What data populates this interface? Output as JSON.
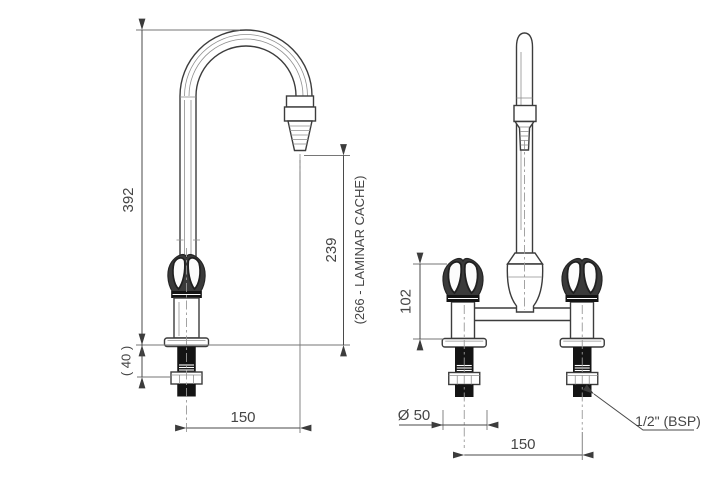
{
  "sheet": {
    "background": "#ffffff",
    "line_color": "#3c3c3c",
    "accent_black": "#141414",
    "text_color": "#454545"
  },
  "side_view": {
    "description": "side elevation of single-pillar gooseneck laboratory tap",
    "dim_height": "392",
    "dim_deck": "( 40 )",
    "dim_reach": "150",
    "dim_outlet_height": "239",
    "dim_laminar": "(266 - LAMINAR CACHE)"
  },
  "front_view": {
    "description": "front elevation of deck-mounted bridge mixer",
    "dim_body_height": "102",
    "dim_base_diameter": "Ø 50",
    "dim_inlet_centres": "150",
    "dim_thread": "1/2\" (BSP)"
  }
}
